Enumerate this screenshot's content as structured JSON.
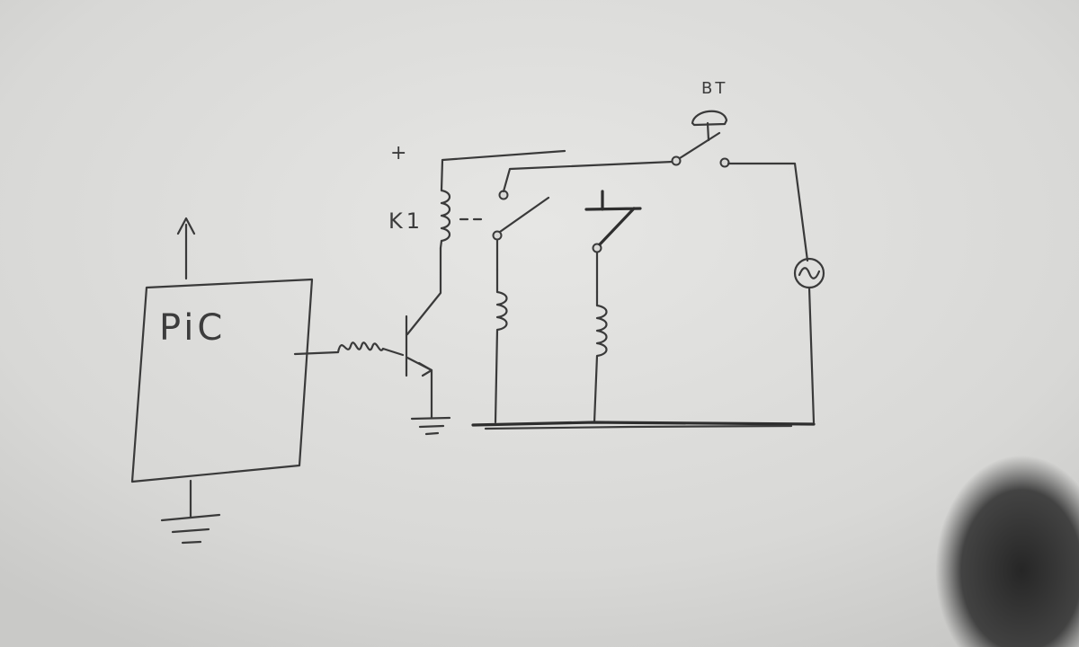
{
  "labels": {
    "controller": "PiC",
    "relay": "K1",
    "supply_plus": "+",
    "button": "BT",
    "source_symbol": "~"
  },
  "colors": {
    "paper": "#d9d9d7",
    "ink": "#3a3a3a",
    "shadow": "#1f1f1f"
  }
}
